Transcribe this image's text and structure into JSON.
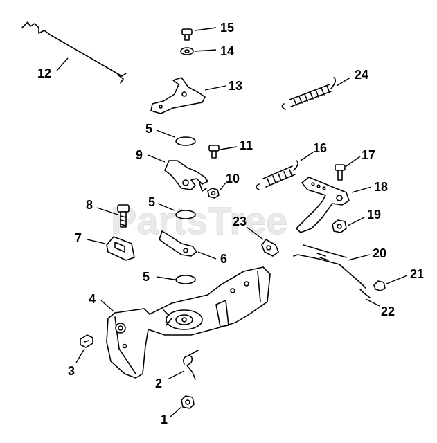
{
  "watermark": "PartsTree",
  "callouts": [
    "1",
    "2",
    "3",
    "4",
    "5",
    "5",
    "5",
    "6",
    "7",
    "8",
    "9",
    "10",
    "11",
    "12",
    "13",
    "14",
    "15",
    "16",
    "17",
    "18",
    "19",
    "20",
    "21",
    "22",
    "23",
    "24"
  ]
}
